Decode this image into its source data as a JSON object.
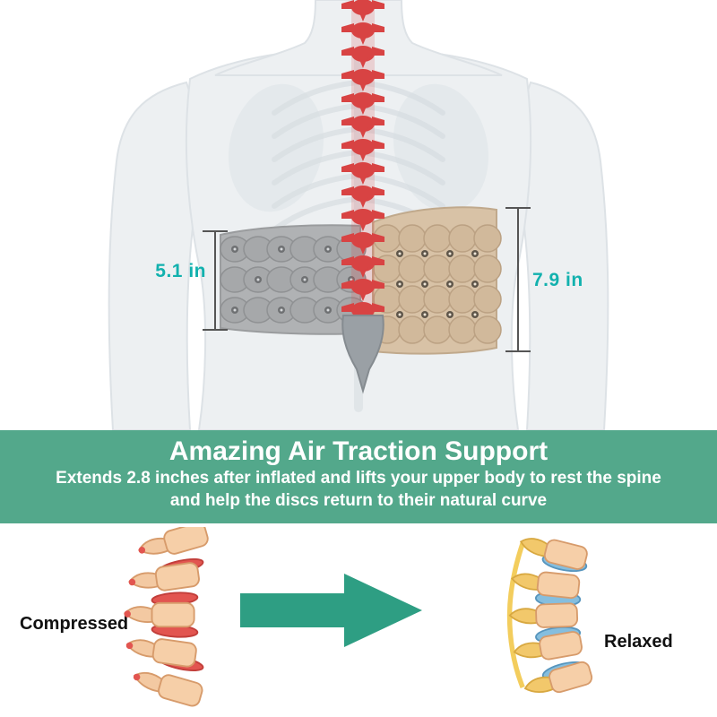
{
  "measurements": {
    "left": "5.1 in",
    "right": "7.9 in",
    "text_color": "#12b1ae"
  },
  "banner": {
    "title": "Amazing Air Traction Support",
    "subtitle_line1": "Extends 2.8 inches after inflated and lifts your upper body to rest the spine",
    "subtitle_line2": "and help the discs return to their natural curve",
    "background_color": "#53a88b",
    "text_color": "#ffffff"
  },
  "comparison": {
    "left_label": "Compressed",
    "right_label": "Relaxed",
    "arrow_icon": "right-arrow-icon",
    "arrow_color": "#2e9e83"
  },
  "illustration_colors": {
    "body_silhouette": "#edf0f2",
    "spine_highlight_red": "#d84343",
    "belt_deflated_gray": "#b0b2b4",
    "belt_inflated_beige": "#d8c2a6",
    "compressed_disc_red": "#e25550",
    "relaxed_disc_blue": "#85bede",
    "vertebra_peach": "#f6cfa8",
    "ligament_yellow": "#f2c84b"
  }
}
